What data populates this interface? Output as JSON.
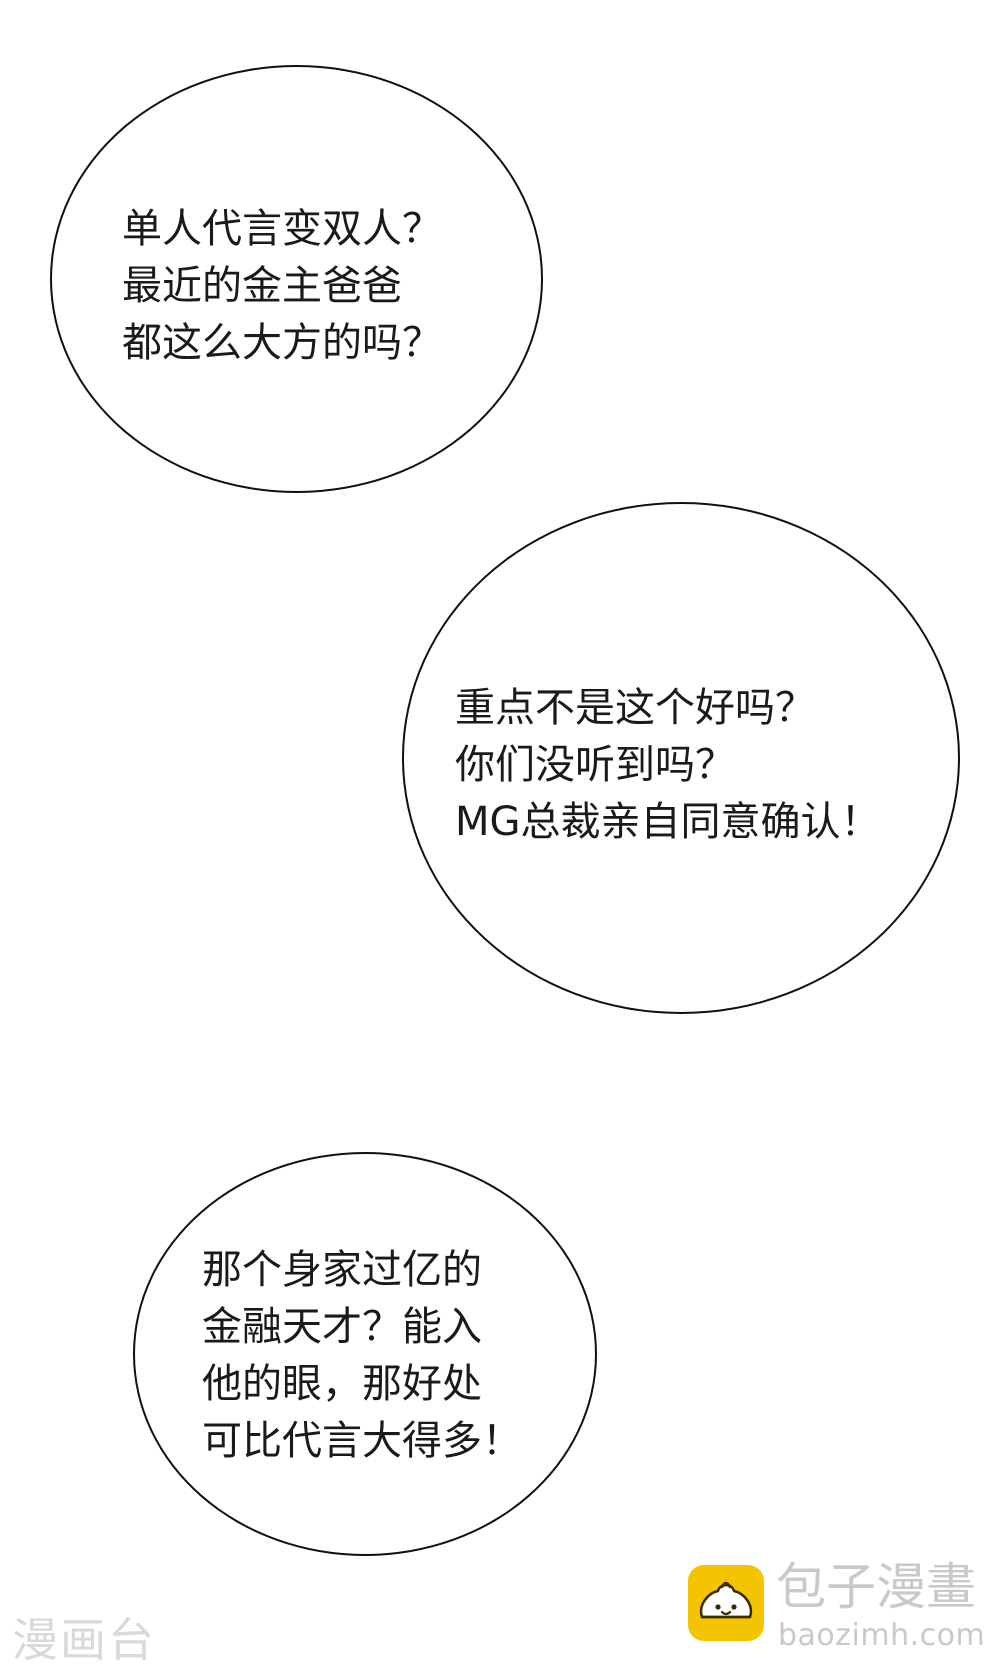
{
  "bubbles": [
    {
      "lines": [
        "单人代言变双人？",
        "最近的金主爸爸",
        "都这么大方的吗？"
      ]
    },
    {
      "lines": [
        "重点不是这个好吗？",
        "你们没听到吗？",
        "MG总裁亲自同意确认！"
      ]
    },
    {
      "lines": [
        "那个身家过亿的",
        "金融天才？能入",
        "他的眼，那好处",
        "可比代言大得多！"
      ]
    }
  ],
  "watermarks": {
    "left_text": "漫画台",
    "brand_text": "包子漫畫",
    "url_text": "baozimh.com"
  },
  "colors": {
    "background": "#ffffff",
    "bubble_border": "#111111",
    "text": "#1a1a1a",
    "watermark": "#c9c9c9",
    "logo_yellow": "#f5c400"
  },
  "icons": {
    "brand_logo": "bun-mascot-icon"
  }
}
